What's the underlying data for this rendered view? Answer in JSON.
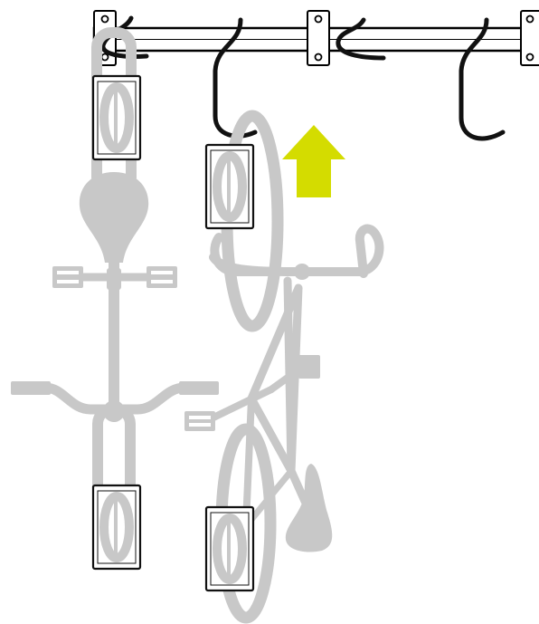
{
  "colors": {
    "background": "#ffffff",
    "rail": "#000000",
    "hook": "#111111",
    "bike": "#c8c8c8",
    "tray_frame": "#111111",
    "tray_fill": "#ffffff",
    "arrow": "#d4dc00"
  },
  "illustration": {
    "icons": [
      "wall-rail",
      "mounting-bracket",
      "storage-hook",
      "wheel-tray",
      "bicycle",
      "up-arrow"
    ]
  }
}
